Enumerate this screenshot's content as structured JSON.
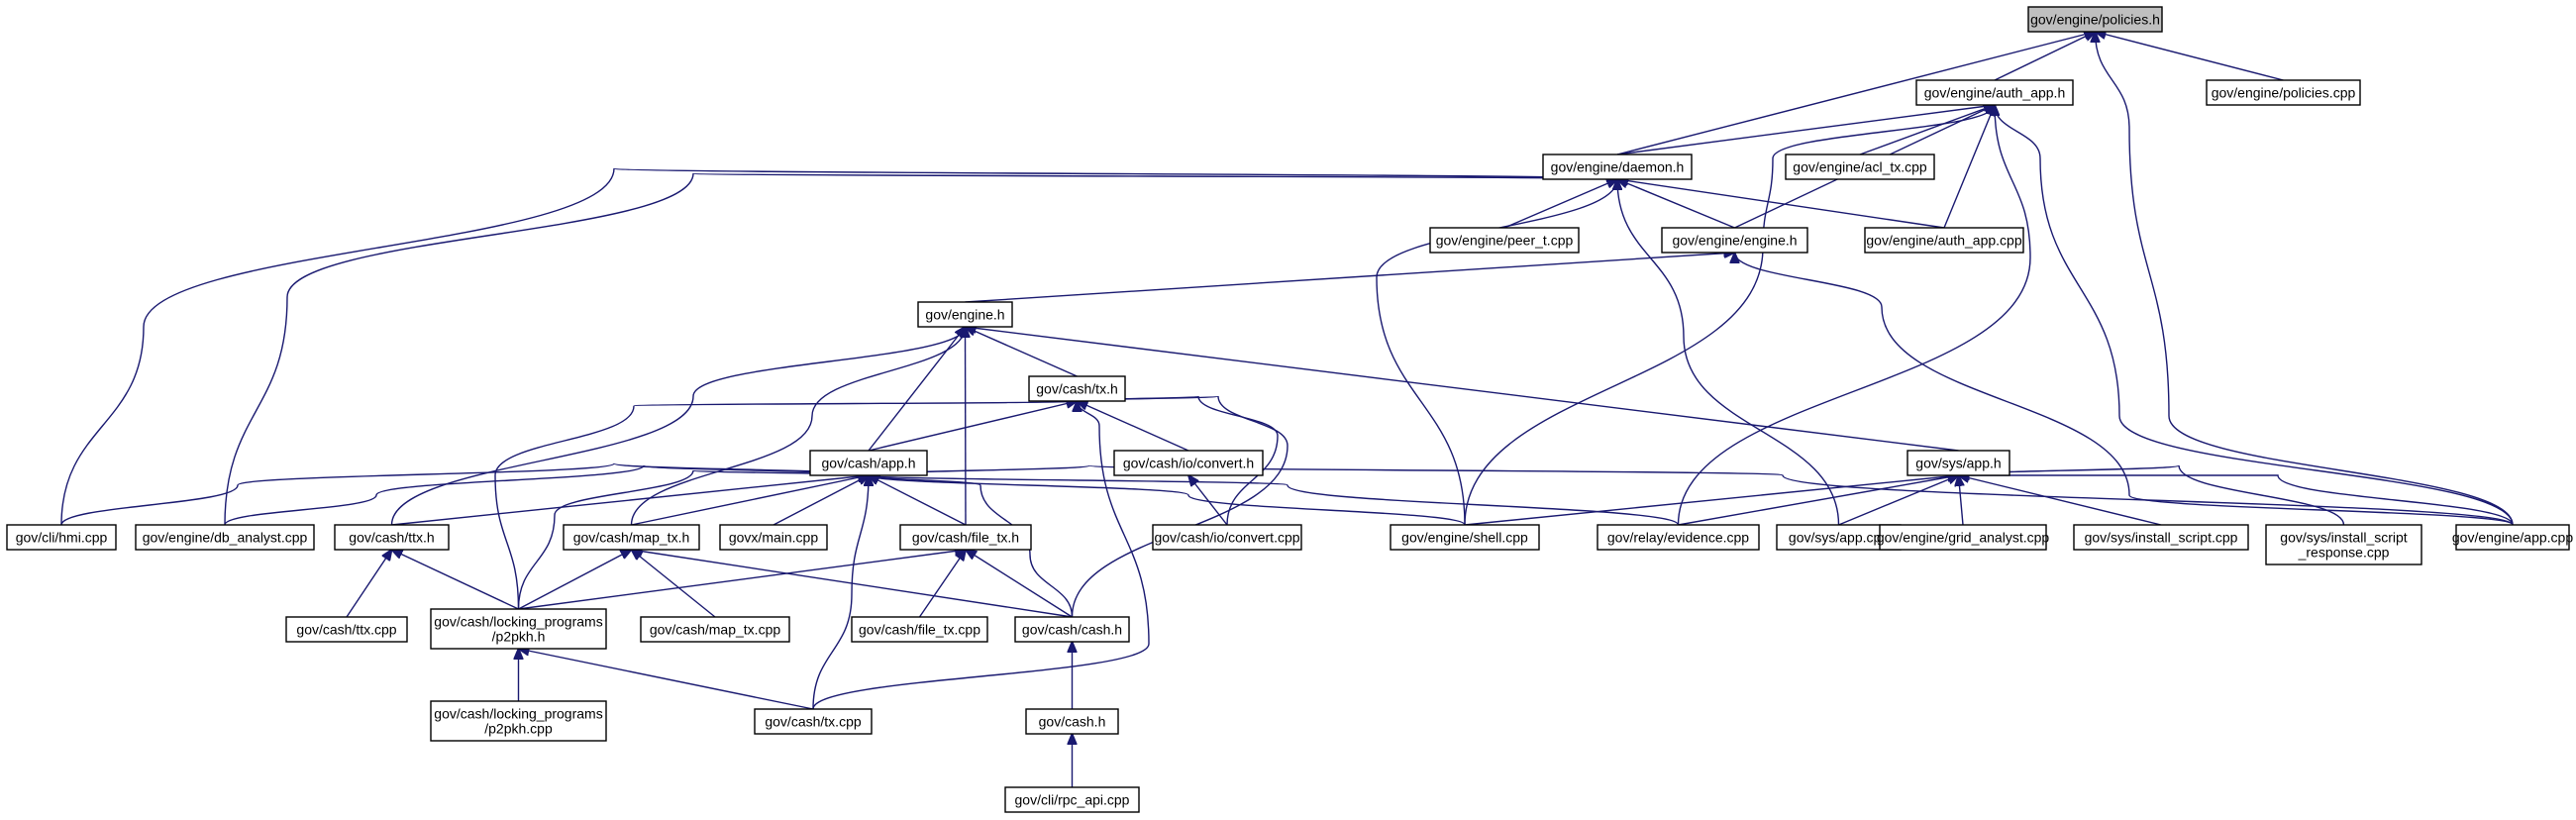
{
  "diagram": {
    "type": "include-dependency-graph",
    "colors": {
      "edge": "#191970",
      "node_border": "#000000",
      "node_fill": "#ffffff",
      "root_fill": "#bfbfbf"
    },
    "nodes": [
      {
        "id": "policies_h",
        "label": "gov/engine/policies.h",
        "root": true
      },
      {
        "id": "auth_app_h",
        "label": "gov/engine/auth_app.h"
      },
      {
        "id": "policies_cpp",
        "label": "gov/engine/policies.cpp"
      },
      {
        "id": "daemon_h",
        "label": "gov/engine/daemon.h"
      },
      {
        "id": "acl_tx_cpp",
        "label": "gov/engine/acl_tx.cpp"
      },
      {
        "id": "peer_t_cpp",
        "label": "gov/engine/peer_t.cpp"
      },
      {
        "id": "engine_engine_h",
        "label": "gov/engine/engine.h"
      },
      {
        "id": "auth_app_cpp",
        "label": "gov/engine/auth_app.cpp"
      },
      {
        "id": "engine_h",
        "label": "gov/engine.h"
      },
      {
        "id": "cash_tx_h",
        "label": "gov/cash/tx.h"
      },
      {
        "id": "io_convert_h",
        "label": "gov/cash/io/convert.h"
      },
      {
        "id": "cash_app_h",
        "label": "gov/cash/app.h"
      },
      {
        "id": "sys_app_h",
        "label": "gov/sys/app.h"
      },
      {
        "id": "hmi_cpp",
        "label": "gov/cli/hmi.cpp"
      },
      {
        "id": "db_analyst_cpp",
        "label": "gov/engine/db_analyst.cpp"
      },
      {
        "id": "ttx_h",
        "label": "gov/cash/ttx.h"
      },
      {
        "id": "map_tx_h",
        "label": "gov/cash/map_tx.h"
      },
      {
        "id": "govx_main_cpp",
        "label": "govx/main.cpp"
      },
      {
        "id": "file_tx_h",
        "label": "gov/cash/file_tx.h"
      },
      {
        "id": "io_convert_cpp",
        "label": "gov/cash/io/convert.cpp"
      },
      {
        "id": "shell_cpp",
        "label": "gov/engine/shell.cpp"
      },
      {
        "id": "evidence_cpp",
        "label": "gov/relay/evidence.cpp"
      },
      {
        "id": "sys_app_cpp",
        "label": "gov/sys/app.cpp"
      },
      {
        "id": "grid_analyst_cpp",
        "label": "gov/engine/grid_analyst.cpp"
      },
      {
        "id": "install_script_cpp",
        "label": "gov/sys/install_script.cpp"
      },
      {
        "id": "install_script_response_cpp",
        "label": "gov/sys/install_script\n_response.cpp"
      },
      {
        "id": "engine_app_cpp",
        "label": "gov/engine/app.cpp"
      },
      {
        "id": "ttx_cpp",
        "label": "gov/cash/ttx.cpp"
      },
      {
        "id": "p2pkh_h",
        "label": "gov/cash/locking_programs\n/p2pkh.h"
      },
      {
        "id": "map_tx_cpp",
        "label": "gov/cash/map_tx.cpp"
      },
      {
        "id": "file_tx_cpp",
        "label": "gov/cash/file_tx.cpp"
      },
      {
        "id": "cash_cash_h",
        "label": "gov/cash/cash.h"
      },
      {
        "id": "p2pkh_cpp",
        "label": "gov/cash/locking_programs\n/p2pkh.cpp"
      },
      {
        "id": "cash_tx_cpp",
        "label": "gov/cash/tx.cpp"
      },
      {
        "id": "gov_cash_h",
        "label": "gov/cash.h"
      },
      {
        "id": "rpc_api_cpp",
        "label": "gov/cli/rpc_api.cpp"
      }
    ],
    "edges": [
      [
        "auth_app_h",
        "policies_h"
      ],
      [
        "policies_cpp",
        "policies_h"
      ],
      [
        "daemon_h",
        "policies_h"
      ],
      [
        "engine_app_cpp",
        "policies_h"
      ],
      [
        "daemon_h",
        "auth_app_h"
      ],
      [
        "acl_tx_cpp",
        "auth_app_h"
      ],
      [
        "engine_engine_h",
        "auth_app_h"
      ],
      [
        "auth_app_cpp",
        "auth_app_h"
      ],
      [
        "shell_cpp",
        "auth_app_h"
      ],
      [
        "evidence_cpp",
        "auth_app_h"
      ],
      [
        "engine_app_cpp",
        "auth_app_h"
      ],
      [
        "peer_t_cpp",
        "daemon_h"
      ],
      [
        "engine_engine_h",
        "daemon_h"
      ],
      [
        "auth_app_cpp",
        "daemon_h"
      ],
      [
        "hmi_cpp",
        "daemon_h"
      ],
      [
        "db_analyst_cpp",
        "daemon_h"
      ],
      [
        "shell_cpp",
        "daemon_h"
      ],
      [
        "sys_app_cpp",
        "daemon_h"
      ],
      [
        "engine_h",
        "engine_engine_h"
      ],
      [
        "engine_app_cpp",
        "engine_engine_h"
      ],
      [
        "cash_tx_h",
        "engine_h"
      ],
      [
        "cash_app_h",
        "engine_h"
      ],
      [
        "sys_app_h",
        "engine_h"
      ],
      [
        "ttx_h",
        "engine_h"
      ],
      [
        "map_tx_h",
        "engine_h"
      ],
      [
        "file_tx_h",
        "engine_h"
      ],
      [
        "cash_app_h",
        "cash_tx_h"
      ],
      [
        "io_convert_h",
        "cash_tx_h"
      ],
      [
        "io_convert_cpp",
        "cash_tx_h"
      ],
      [
        "cash_cash_h",
        "cash_tx_h"
      ],
      [
        "cash_tx_cpp",
        "cash_tx_h"
      ],
      [
        "p2pkh_h",
        "cash_tx_h"
      ],
      [
        "io_convert_cpp",
        "io_convert_h"
      ],
      [
        "hmi_cpp",
        "cash_app_h"
      ],
      [
        "db_analyst_cpp",
        "cash_app_h"
      ],
      [
        "ttx_h",
        "cash_app_h"
      ],
      [
        "map_tx_h",
        "cash_app_h"
      ],
      [
        "govx_main_cpp",
        "cash_app_h"
      ],
      [
        "file_tx_h",
        "cash_app_h"
      ],
      [
        "shell_cpp",
        "cash_app_h"
      ],
      [
        "evidence_cpp",
        "cash_app_h"
      ],
      [
        "engine_app_cpp",
        "cash_app_h"
      ],
      [
        "cash_cash_h",
        "cash_app_h"
      ],
      [
        "cash_tx_cpp",
        "cash_app_h"
      ],
      [
        "p2pkh_h",
        "cash_app_h"
      ],
      [
        "shell_cpp",
        "sys_app_h"
      ],
      [
        "evidence_cpp",
        "sys_app_h"
      ],
      [
        "sys_app_cpp",
        "sys_app_h"
      ],
      [
        "grid_analyst_cpp",
        "sys_app_h"
      ],
      [
        "install_script_cpp",
        "sys_app_h"
      ],
      [
        "install_script_response_cpp",
        "sys_app_h"
      ],
      [
        "engine_app_cpp",
        "sys_app_h"
      ],
      [
        "ttx_cpp",
        "ttx_h"
      ],
      [
        "p2pkh_h",
        "ttx_h"
      ],
      [
        "p2pkh_h",
        "map_tx_h"
      ],
      [
        "map_tx_cpp",
        "map_tx_h"
      ],
      [
        "cash_cash_h",
        "map_tx_h"
      ],
      [
        "p2pkh_h",
        "file_tx_h"
      ],
      [
        "file_tx_cpp",
        "file_tx_h"
      ],
      [
        "cash_cash_h",
        "file_tx_h"
      ],
      [
        "gov_cash_h",
        "cash_cash_h"
      ],
      [
        "p2pkh_cpp",
        "p2pkh_h"
      ],
      [
        "cash_tx_cpp",
        "p2pkh_h"
      ],
      [
        "rpc_api_cpp",
        "gov_cash_h"
      ]
    ]
  }
}
